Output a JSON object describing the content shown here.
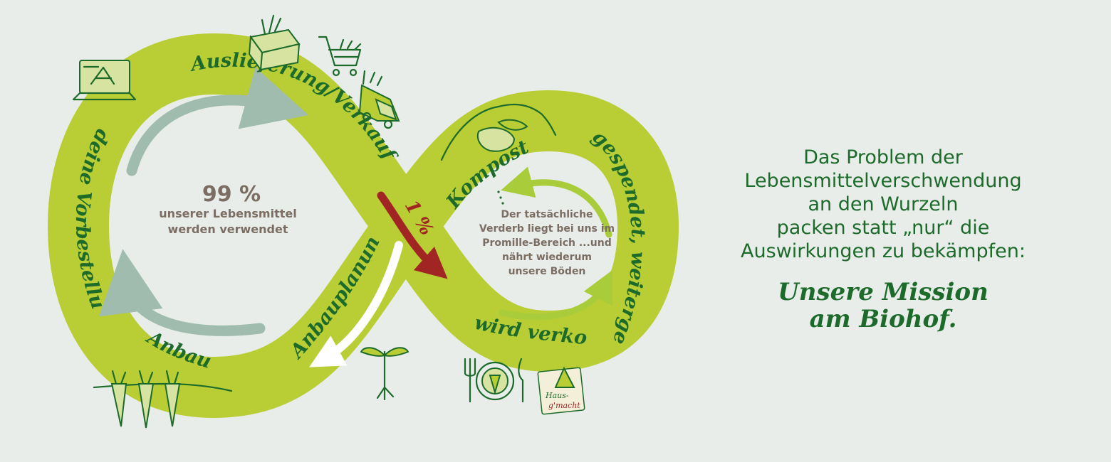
{
  "colors": {
    "background": "#e8ede9",
    "loop_band": "#b9cd35",
    "dark_green": "#1d6b2b",
    "grey_arrow": "#9fbcae",
    "light_green_arrow": "#a9cc3a",
    "red_arrow": "#a02523",
    "text_grey": "#7b6d62"
  },
  "loop": {
    "labels": {
      "delivery": "Auslieferung/Verkauf",
      "preorder": "deine Vorbestellung",
      "cultivation": "Anbau",
      "planning": "Anbauplanung",
      "compost": "Kompost",
      "donated": "gespendet, weitergeben",
      "cooked": "wird verkocht"
    },
    "left_center": {
      "percent": "99 %",
      "line1": "unserer Lebensmittel",
      "line2": "werden verwendet"
    },
    "waste_percent": "1 %",
    "right_center": {
      "lines": [
        "Der tatsächliche",
        "Verderb liegt bei uns im",
        "Promille-Bereich ...und",
        "nährt wiederum",
        "unsere Böden"
      ]
    },
    "stamp_text": [
      "Haus-",
      "g'macht"
    ],
    "icons": [
      "laptop-icon",
      "vegetable-box-icon",
      "shopping-cart-icon",
      "delivery-truck-icon",
      "compost-heap-icon",
      "seedling-icon",
      "carrots-icon",
      "plate-cutlery-icon",
      "hausgmacht-stamp-icon"
    ]
  },
  "problem": {
    "lines": [
      "Das Problem der",
      "Lebensmittelverschwendung",
      "an den Wurzeln",
      "packen statt „nur“ die",
      "Auswirkungen zu bekämpfen:"
    ]
  },
  "slogan": {
    "lines": [
      "Unsere Mission",
      "am Biohof."
    ]
  }
}
